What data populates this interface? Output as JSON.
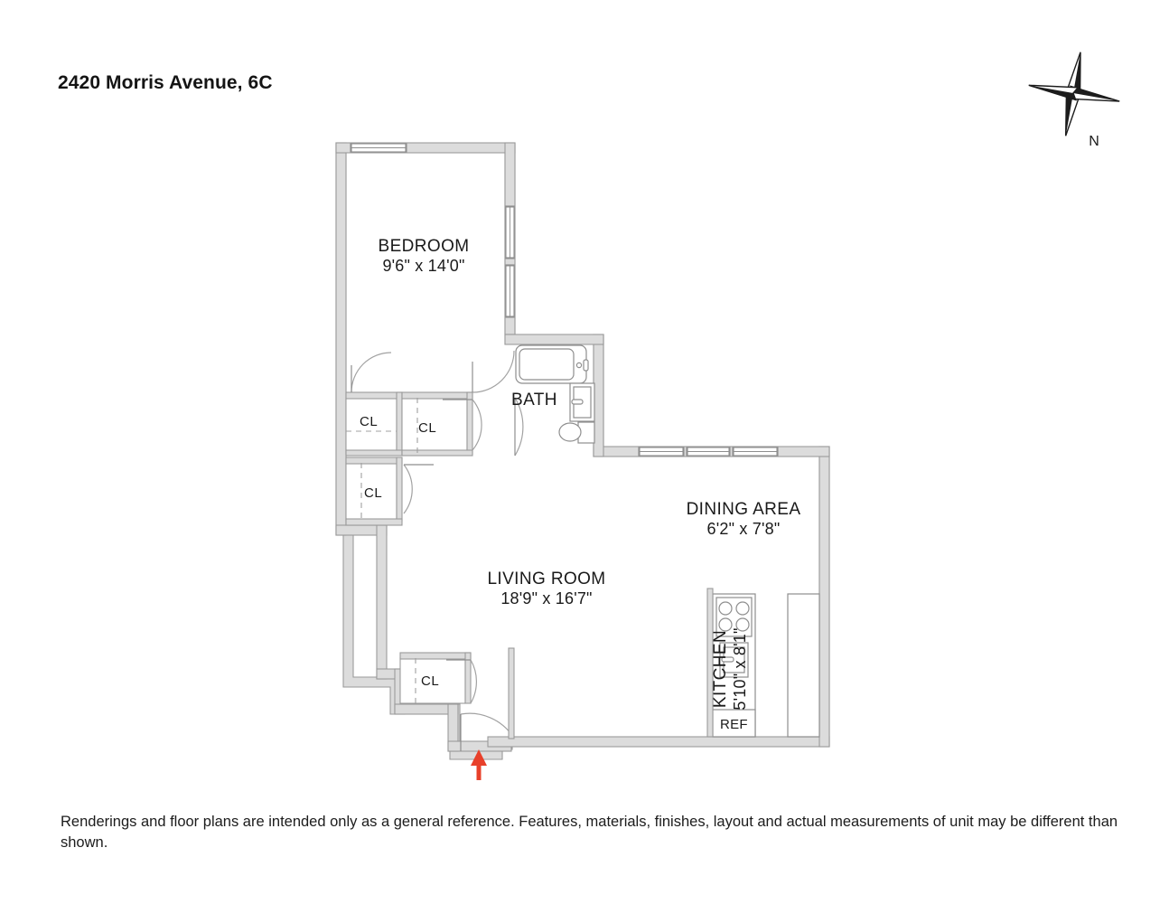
{
  "header": {
    "title": "2420 Morris Avenue, 6C"
  },
  "compass": {
    "icon": "compass-star-icon",
    "north_label": "N"
  },
  "rooms": [
    {
      "id": "bedroom",
      "name": "BEDROOM",
      "dimensions": "9'6\" x 14'0\""
    },
    {
      "id": "bath",
      "name": "BATH",
      "dimensions": ""
    },
    {
      "id": "dining",
      "name": "DINING AREA",
      "dimensions": "6'2\" x 7'8\""
    },
    {
      "id": "living",
      "name": "LIVING ROOM",
      "dimensions": "18'9\" x 16'7\""
    },
    {
      "id": "kitchen",
      "name": "KITCHEN",
      "dimensions": "5'10\" x 8'1\""
    }
  ],
  "closets": [
    {
      "label": "CL"
    },
    {
      "label": "CL"
    },
    {
      "label": "CL"
    },
    {
      "label": "CL"
    }
  ],
  "appliances": {
    "refrigerator_label": "REF",
    "stove": "stove-icon",
    "sink": "sink-icon",
    "tub": "bathtub-icon",
    "toilet": "toilet-icon",
    "vanity": "vanity-sink-icon"
  },
  "entry": {
    "marker": "entry-arrow-icon",
    "color": "#e8402a"
  },
  "colors": {
    "wall_fill": "#dcdcdc",
    "wall_stroke": "#9a9a9a",
    "fixture_stroke": "#8e8e8e",
    "text": "#1a1a1a",
    "arrow": "#e8402a",
    "background": "#ffffff"
  },
  "footer": {
    "disclaimer": "Renderings and floor plans are intended only as a general reference. Features, materials, finishes, layout and actual measurements of unit may be different than shown."
  }
}
